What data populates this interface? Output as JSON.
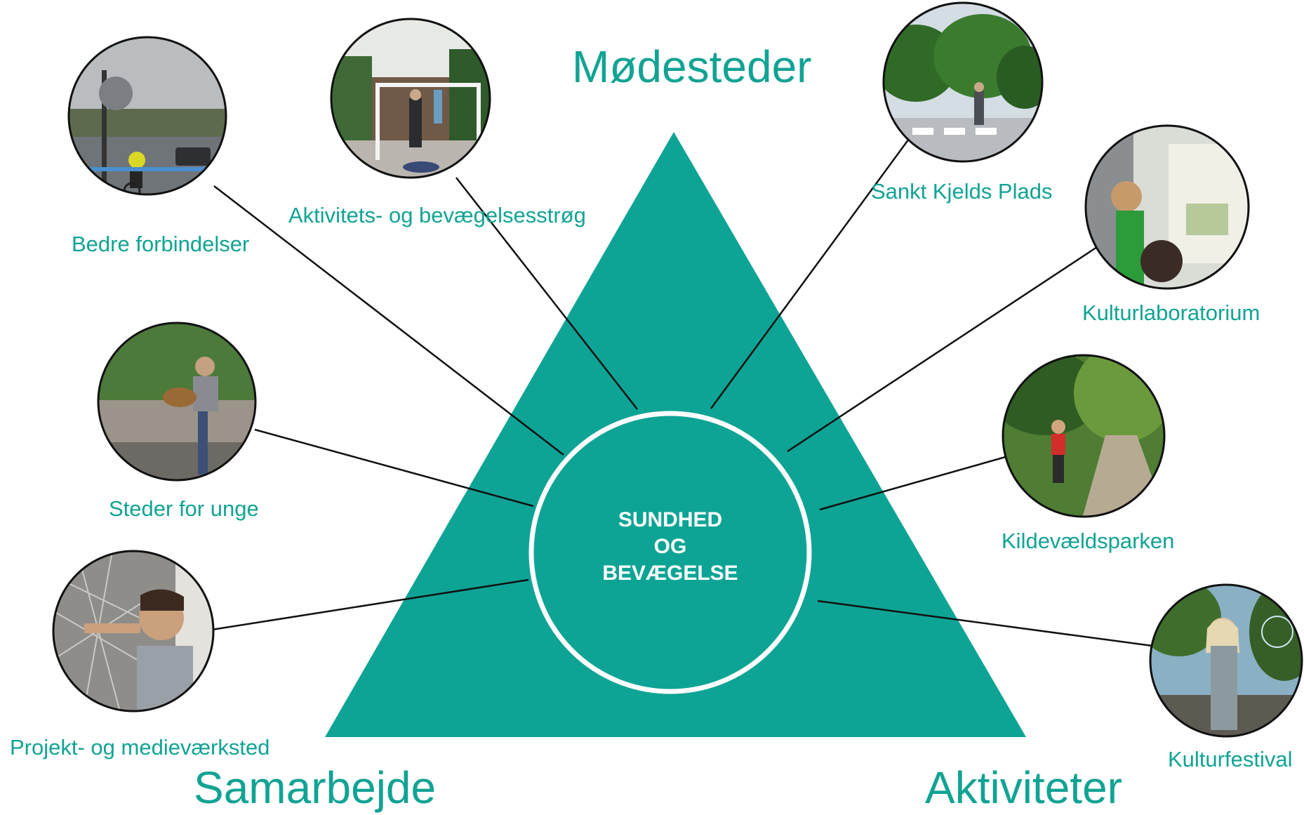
{
  "colors": {
    "primary": "#0ea495",
    "label": "#11a394",
    "line": "#111111",
    "circle_border": "#111111",
    "center_ring": "#ffffff"
  },
  "center": {
    "line1": "SUNDHED",
    "line2": "OG",
    "line3": "BEVÆGELSE"
  },
  "corners": {
    "top": "Mødesteder",
    "bottom_left": "Samarbejde",
    "bottom_right": "Aktiviteter"
  },
  "nodes": [
    {
      "id": "bedre-forbindelser",
      "label": "Bedre forbindelser",
      "photo": "cyclist-street-photo"
    },
    {
      "id": "aktivitets-bevaegelsesstroeg",
      "label": "Aktivitets- og bevægelsesstrøg",
      "photo": "football-goal-photo"
    },
    {
      "id": "sankt-kjelds-plads",
      "label": "Sankt Kjelds Plads",
      "photo": "square-trees-photo"
    },
    {
      "id": "kulturlaboratorium",
      "label": "Kulturlaboratorium",
      "photo": "exhibition-photo"
    },
    {
      "id": "steder-for-unge",
      "label": "Steder for unge",
      "photo": "guitar-wall-photo"
    },
    {
      "id": "kildevaeldsparken",
      "label": "Kildevældsparken",
      "photo": "park-runner-photo"
    },
    {
      "id": "projekt-og-medievaerksted",
      "label": "Projekt- og medieværksted",
      "photo": "map-boy-photo"
    },
    {
      "id": "kulturfestival",
      "label": "Kulturfestival",
      "photo": "festival-girl-photo"
    }
  ]
}
